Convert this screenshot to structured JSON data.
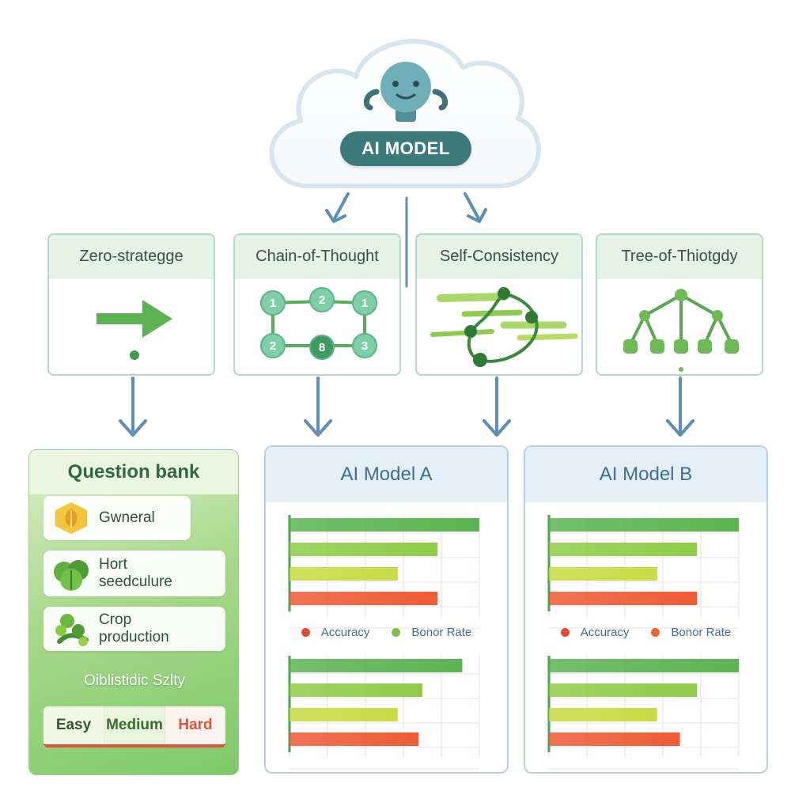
{
  "model": {
    "label": "AI MODEL",
    "robot_icon": "robot-icon"
  },
  "strategies": [
    {
      "label": "Zero-strategge",
      "icon": "arrow-right-icon"
    },
    {
      "label": "Chain-of-Thought",
      "icon": "chain-nodes-icon",
      "nodes": [
        "1",
        "2",
        "1",
        "2",
        "8",
        "3"
      ]
    },
    {
      "label": "Self-Consistency",
      "icon": "loop-graph-icon"
    },
    {
      "label": "Tree-of-Thiotgdy",
      "icon": "tree-icon"
    }
  ],
  "question_bank": {
    "title": "Question bank",
    "items": [
      {
        "label": "Gwneral",
        "icon": "leaf-badge-icon"
      },
      {
        "label": "Hort\nseedculure",
        "icon": "lettuce-icon"
      },
      {
        "label": "Crop\nproduction",
        "icon": "sprout-icon"
      }
    ],
    "difficulty_label": "Oiblistidic Szlty",
    "difficulty_levels": [
      "Easy",
      "Medium",
      "Hard"
    ]
  },
  "colors": {
    "bar_green_dark": "#5bb451",
    "bar_green": "#8fcc48",
    "bar_lime": "#c6dc43",
    "bar_red": "#ee5b35",
    "legend_red": "#e34a2f",
    "legend_green": "#7dc242",
    "legend_orange": "#ee6530"
  },
  "chart_data": [
    {
      "type": "bar",
      "title": "AI Model A",
      "legend": [
        {
          "label": "Accuracy",
          "color": "#e34a2f"
        },
        {
          "label": "Bonor Rate",
          "color": "#7dc242"
        }
      ],
      "groups": [
        {
          "values": [
            100,
            78,
            57,
            78
          ]
        },
        {
          "values": [
            91,
            70,
            57,
            68
          ]
        }
      ],
      "xlim": [
        0,
        100
      ]
    },
    {
      "type": "bar",
      "title": "AI Model B",
      "legend": [
        {
          "label": "Accuracy",
          "color": "#e34a2f"
        },
        {
          "label": "Bonor Rate",
          "color": "#ee6530"
        }
      ],
      "groups": [
        {
          "values": [
            100,
            78,
            57,
            78
          ]
        },
        {
          "values": [
            100,
            78,
            57,
            69
          ]
        }
      ],
      "xlim": [
        0,
        100
      ]
    }
  ]
}
